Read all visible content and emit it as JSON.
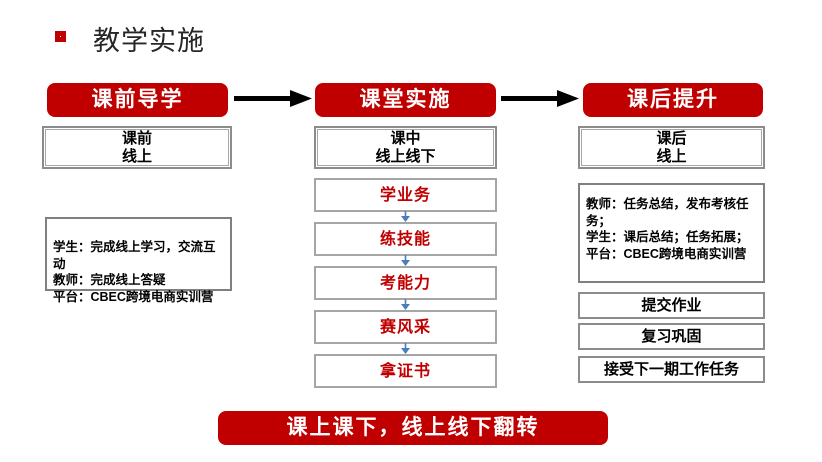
{
  "page": {
    "title": "教学实施",
    "banner": "课上课下，线上线下翻转"
  },
  "colors": {
    "accent_red": "#C00000",
    "box_border_gray": "#8C8C8C",
    "step_text_red": "#C00000",
    "step_arrow_blue": "#4A7EBB",
    "flow_arrow_black": "#000000"
  },
  "columns": [
    {
      "id": "pre-class",
      "header": "课前导学",
      "phase_line1": "课前",
      "phase_line2": "线上",
      "details": [
        "学生：完成线上学习，交流互动",
        "教师：完成线上答疑",
        "平台：CBEC跨境电商实训营"
      ]
    },
    {
      "id": "in-class",
      "header": "课堂实施",
      "phase_line1": "课中",
      "phase_line2": "线上线下",
      "steps": [
        "学业务",
        "练技能",
        "考能力",
        "赛风采",
        "拿证书"
      ]
    },
    {
      "id": "post-class",
      "header": "课后提升",
      "phase_line1": "课后",
      "phase_line2": "线上",
      "details": [
        "教师：任务总结，发布考核任务；",
        "学生：课后总结；任务拓展；",
        "平台：CBEC跨境电商实训营"
      ],
      "tasks": [
        "提交作业",
        "复习巩固",
        "接受下一期工作任务"
      ]
    }
  ]
}
